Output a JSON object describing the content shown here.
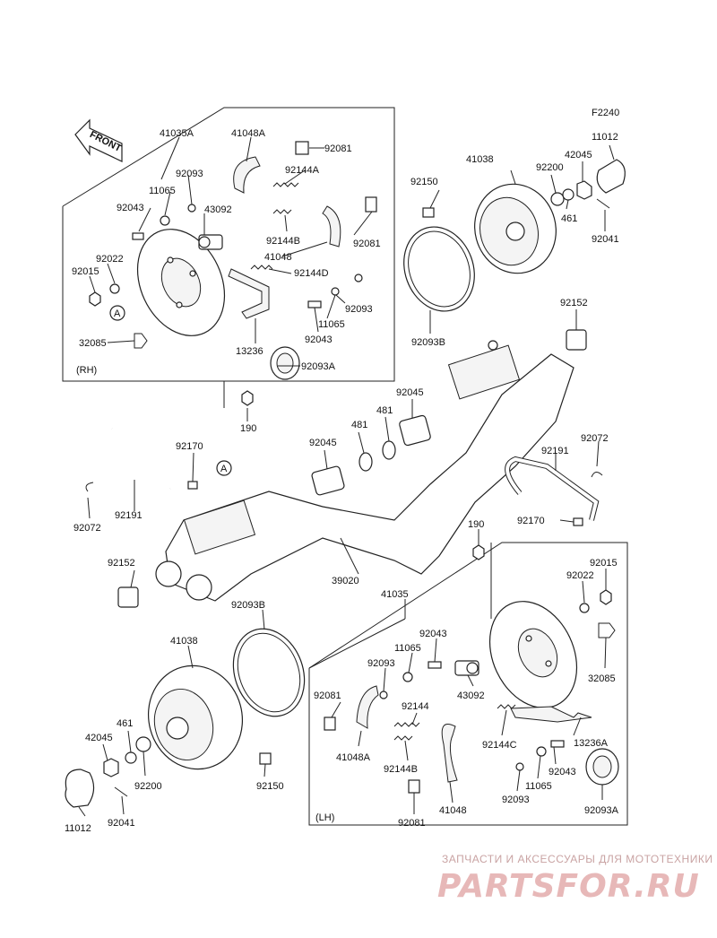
{
  "diagram": {
    "code": "F2240",
    "front_label": "FRONT",
    "group_rh": {
      "assembly": "41035A",
      "side": "(RH)"
    },
    "group_lh": {
      "assembly": "41035",
      "side": "(LH)"
    },
    "labels": {
      "p41035A": "41035A",
      "p41048A_top": "41048A",
      "p92081_a": "92081",
      "p92093_a": "92093",
      "p11065_a": "11065",
      "p92144A": "92144A",
      "p92043_a": "92043",
      "p43092_a": "43092",
      "p92144B_a": "92144B",
      "p92081_b": "92081",
      "p41048_a": "41048",
      "p92022_a": "92022",
      "p92015_a": "92015",
      "p92144D": "92144D",
      "p92093_b": "92093",
      "p11065_b": "11065",
      "p92043_b": "92043",
      "p32085_a": "32085",
      "p13236": "13236",
      "p92093A_a": "92093A",
      "p190_a": "190",
      "circleA_1": "A",
      "p92150_a": "92150",
      "p41038_a": "41038",
      "p92200_a": "92200",
      "p42045_a": "42045",
      "p11012_a": "11012",
      "p461_a": "461",
      "p92041_a": "92041",
      "p92093B_a": "92093B",
      "p92152_a": "92152",
      "p92045_a": "92045",
      "p481_a": "481",
      "p481_b": "481",
      "p92045_b": "92045",
      "p92170_a": "92170",
      "circleA_2": "A",
      "p92072_a": "92072",
      "p92191_a": "92191",
      "p92191_b": "92191",
      "p92072_b": "92072",
      "p92170_b": "92170",
      "p190_b": "190",
      "p92152_b": "92152",
      "p39020": "39020",
      "p92093B_b": "92093B",
      "p41035": "41035",
      "p92015_b": "92015",
      "p92022_b": "92022",
      "p41038_b": "41038",
      "p92043_c": "92043",
      "p11065_c": "11065",
      "p92093_c": "92093",
      "p43092_b": "43092",
      "p92081_c": "92081",
      "p92144": "92144",
      "p41048A_b": "41048A",
      "p92144C": "92144C",
      "p13236A": "13236A",
      "p32085_b": "32085",
      "p92144B_b": "92144B",
      "p92043_d": "92043",
      "p11065_d": "11065",
      "p92093_d": "92093",
      "p41048_b": "41048",
      "p92081_d": "92081",
      "p92093A_b": "92093A",
      "p461_b": "461",
      "p42045_b": "42045",
      "p92200_b": "92200",
      "p92150_b": "92150",
      "p11012_b": "11012",
      "p92041_b": "92041"
    }
  },
  "watermark": {
    "tagline": "ЗАПЧАСТИ И АКСЕССУАРЫ ДЛЯ МОТОТЕХНИКИ",
    "brand": "PARTSFOR.RU"
  }
}
